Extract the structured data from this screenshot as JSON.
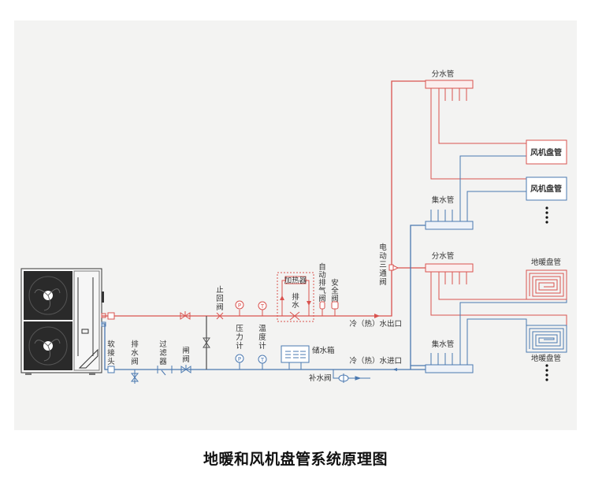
{
  "caption": "地暖和风机盘管系统原理图",
  "colors": {
    "hot_pipe": "#d9534f",
    "cold_pipe": "#4a78b0",
    "panel_bg": "#f3f3f2",
    "unit_dark": "#2a2a2a"
  },
  "labels": {
    "distributor_top": "分水管",
    "collector_top": "集水管",
    "distributor_bottom": "分水管",
    "collector_bottom": "集水管",
    "fan_coil_1": "风机盘管",
    "fan_coil_2": "风机盘管",
    "floor_heating_1": "地暖盘管",
    "floor_heating_2": "地暖盘管",
    "three_way_valve": [
      "电",
      "动",
      "三",
      "通",
      "阀"
    ],
    "check_valve": [
      "止",
      "回",
      "阀"
    ],
    "pressure_gauge": [
      "压",
      "力",
      "计"
    ],
    "thermometer": [
      "温",
      "度",
      "计"
    ],
    "heater": "加热器",
    "drain_in_heater": [
      "排",
      "水"
    ],
    "auto_air_vent": [
      "自",
      "动",
      "排",
      "气",
      "阀"
    ],
    "safety_valve": [
      "安",
      "全",
      "阀"
    ],
    "hot_outlet": "冷（热）水出口",
    "cold_inlet": "冷（热）水进口",
    "water_tank": "储水箱",
    "makeup_valve": "补水阀",
    "soft_joint": [
      "软",
      "接",
      "头"
    ],
    "drain_valve": [
      "排",
      "水",
      "阀"
    ],
    "filter": [
      "过",
      "滤",
      "器"
    ],
    "gate_valve": [
      "闸",
      "阀"
    ],
    "more_dots": "•\n•\n•\n•",
    "pressure_symbol": "P",
    "temp_symbol": "T"
  }
}
